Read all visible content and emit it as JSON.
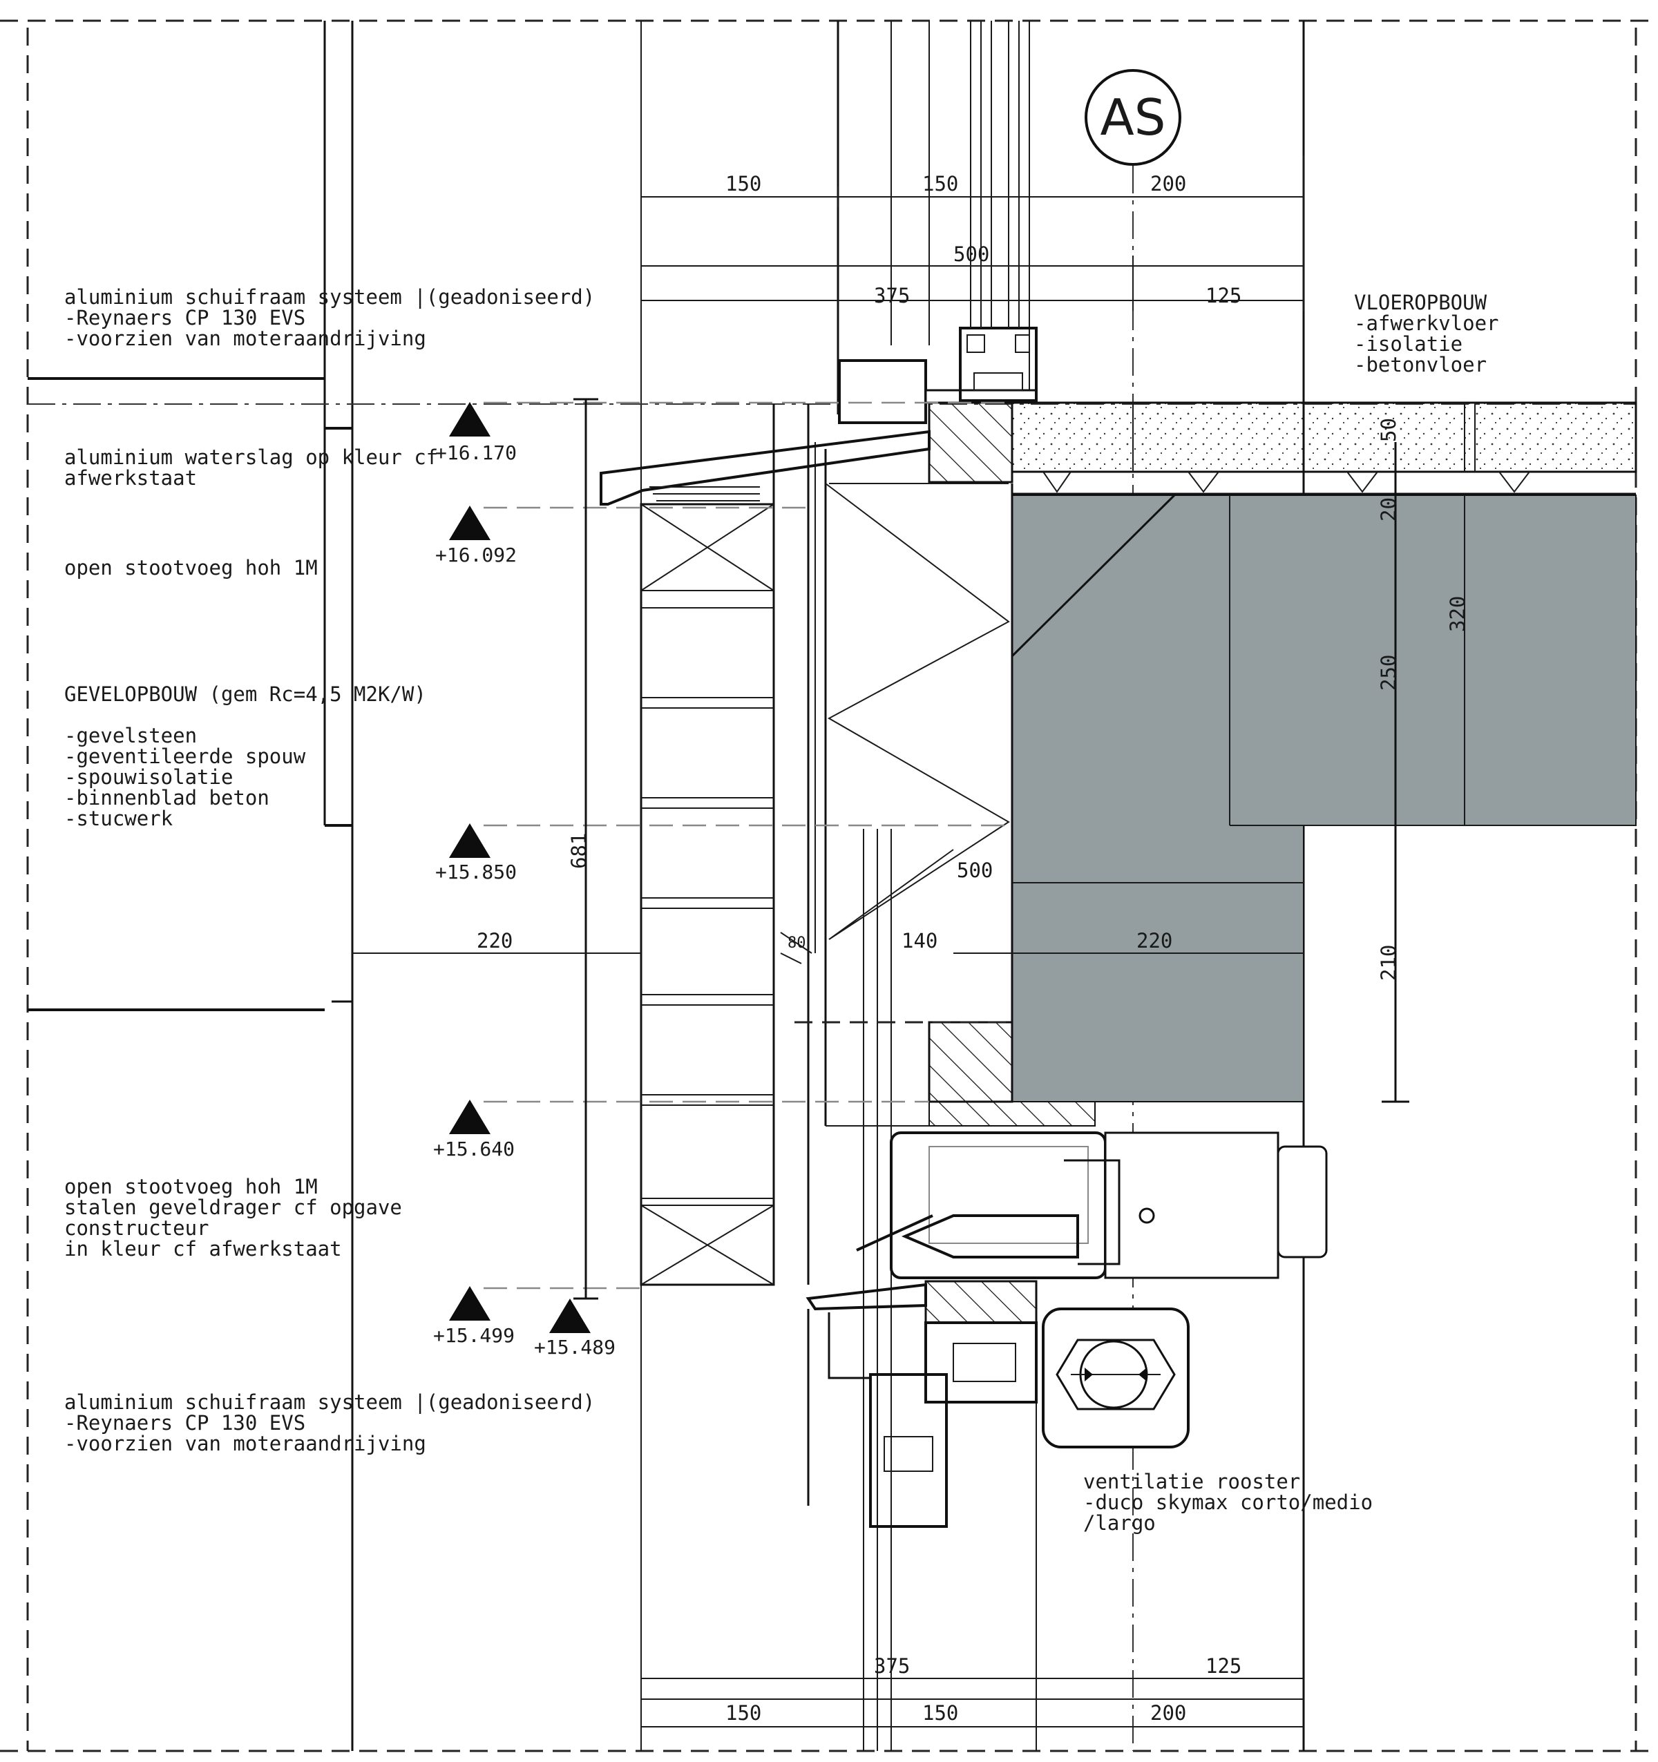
{
  "axis_label": "AS",
  "notes": {
    "frame_top": [
      "aluminium schuifraam systeem |(geadoniseerd)",
      "-Reynaers CP 130 EVS",
      "-voorzien van moteraandrijving"
    ],
    "waterslag": [
      "aluminium waterslag op kleur cf",
      "afwerkstaat"
    ],
    "stootvoeg_top": [
      "open stootvoeg hoh 1M"
    ],
    "gevel_title": "GEVELOPBOUW (gem Rc=4,5 M2K/W)",
    "gevel_items": [
      "-gevelsteen",
      "-geventileerde spouw",
      "-spouwisolatie",
      "-binnenblad beton",
      "-stucwerk"
    ],
    "stootvoeg_bottom": [
      "open stootvoeg hoh 1M",
      "stalen geveldrager cf opgave",
      "constructeur",
      "in kleur cf afwerkstaat"
    ],
    "frame_bottom": [
      "aluminium schuifraam systeem |(geadoniseerd)",
      "-Reynaers CP 130 EVS",
      "-voorzien van moteraandrijving"
    ],
    "vloer": [
      "VLOEROPBOUW",
      "-afwerkvloer",
      "-isolatie",
      "-betonvloer"
    ],
    "ventilatie": [
      "ventilatie rooster",
      "-duco skymax corto/medio",
      "/largo"
    ]
  },
  "levels": {
    "l1": "+16.170",
    "l2": "+16.092",
    "l3": "+15.850",
    "l4": "+15.640",
    "l5": "+15.499",
    "l6": "+15.489"
  },
  "dimensions": {
    "top_150a": "150",
    "top_150b": "150",
    "top_200": "200",
    "top_500": "500",
    "top_375": "375",
    "top_125": "125",
    "d_50": "50",
    "d_20": "20",
    "d_250": "250",
    "d_320": "320",
    "d_210": "210",
    "d_681": "681",
    "mid_220a": "220",
    "mid_140": "140",
    "mid_220b": "220",
    "mid_500": "500",
    "mid_80": "80",
    "bot_375": "375",
    "bot_125": "125",
    "bot_150a": "150",
    "bot_150b": "150",
    "bot_200": "200"
  }
}
